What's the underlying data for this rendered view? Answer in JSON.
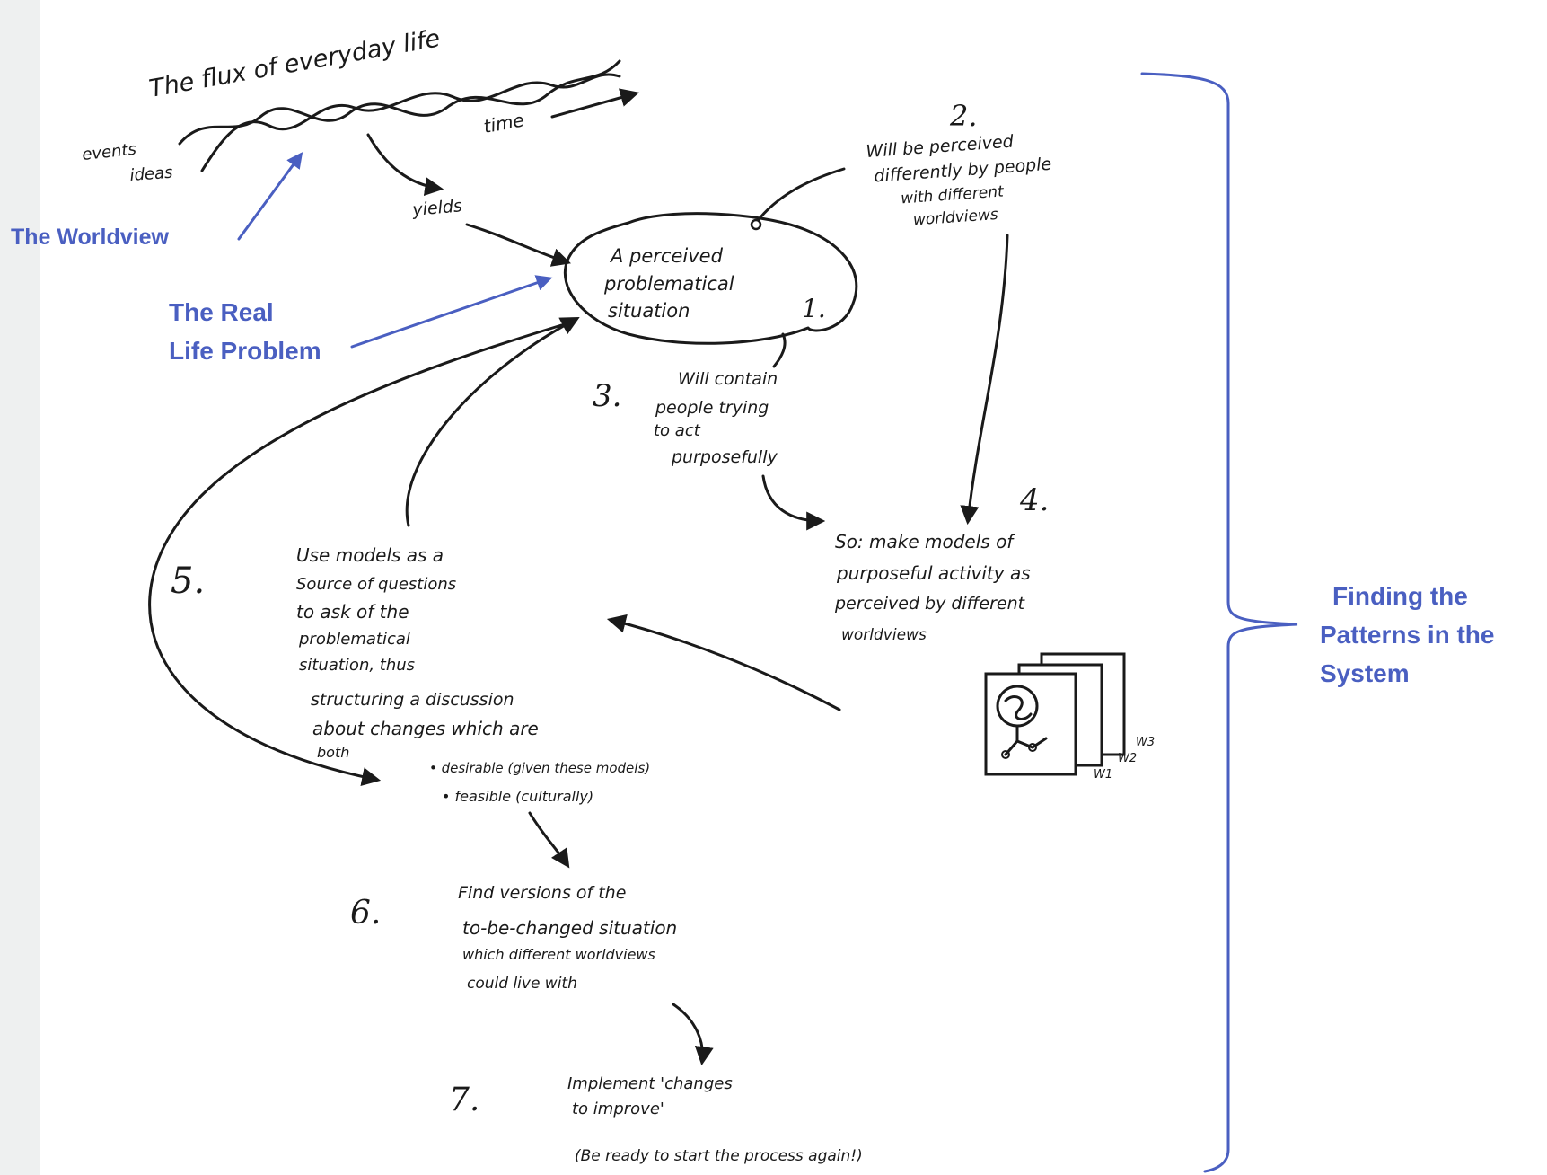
{
  "flux": {
    "title": "The flux of everyday life",
    "events": "events",
    "ideas": "ideas",
    "time": "time",
    "yields": "yields"
  },
  "callouts": {
    "worldview": "The Worldview",
    "real_life_problem_line1": "The Real",
    "real_life_problem_line2": "Life Problem",
    "patterns_line1": "Finding the",
    "patterns_line2": "Patterns in the",
    "patterns_line3": "System"
  },
  "situation": {
    "line1": "A perceived",
    "line2": "problematical",
    "line3": "situation",
    "number": "1."
  },
  "step2": {
    "number": "2.",
    "lines": [
      "Will be perceived",
      "differently by people",
      "with different",
      "worldviews"
    ]
  },
  "step3": {
    "number": "3.",
    "lines": [
      "Will contain",
      "people trying",
      "to act",
      "purposefully"
    ]
  },
  "step4": {
    "number": "4.",
    "lines": [
      "So: make models of",
      "purposeful activity as",
      "perceived by different",
      "worldviews"
    ],
    "model_labels": [
      "W3",
      "W2",
      "W1"
    ]
  },
  "step5": {
    "number": "5.",
    "lines": [
      "Use models as a",
      "Source of questions",
      "to ask of the",
      "problematical",
      "situation, thus",
      "structuring a discussion",
      "about changes which are",
      "both"
    ],
    "bullets": [
      "• desirable (given these models)",
      "• feasible (culturally)"
    ]
  },
  "step6": {
    "number": "6.",
    "lines": [
      "Find versions of the",
      "to-be-changed situation",
      "which different worldviews",
      "could live with"
    ]
  },
  "step7": {
    "number": "7.",
    "lines": [
      "Implement 'changes",
      "to improve'",
      "(Be ready to start the process again!)"
    ]
  }
}
